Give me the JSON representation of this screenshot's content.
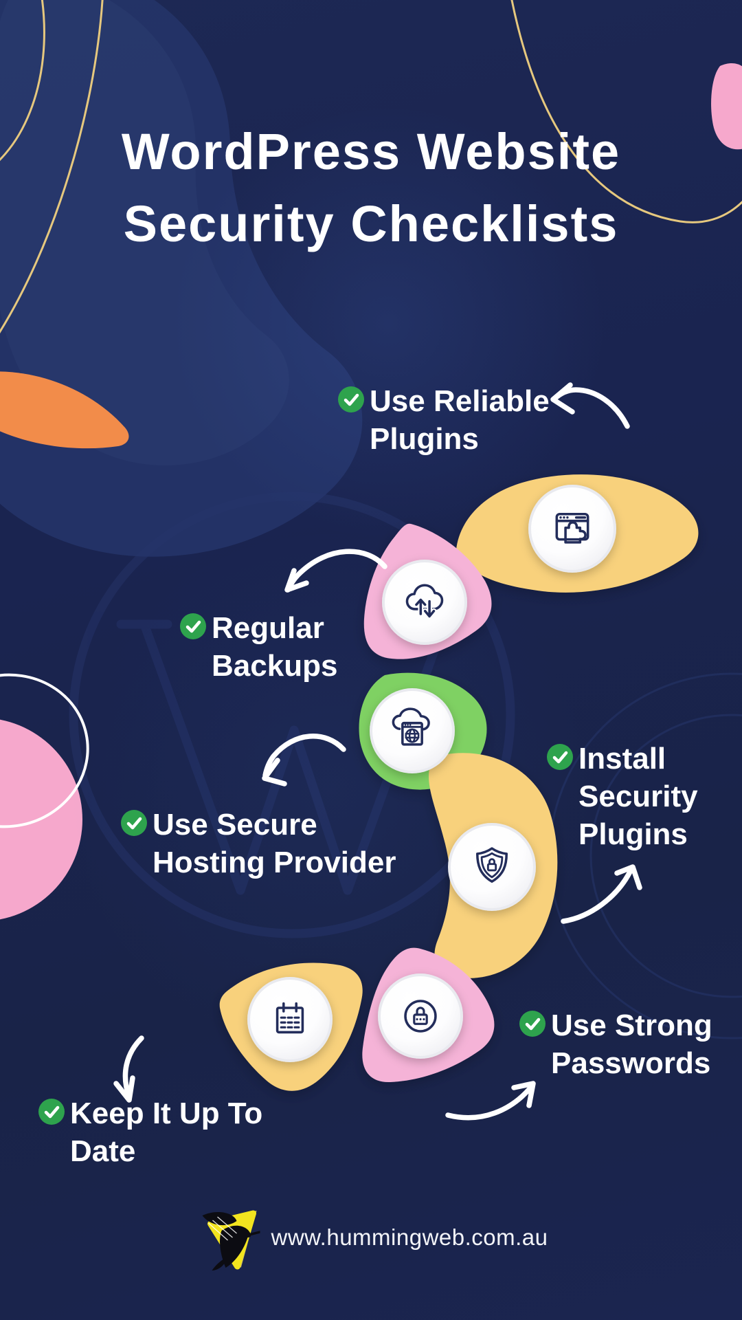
{
  "title_lines": [
    "WordPress Website",
    "Security Checklists"
  ],
  "checklist": {
    "items": [
      {
        "label_lines": [
          "Use Reliable",
          "Plugins"
        ],
        "icon": "browser-plugin-icon",
        "petal_color": "#F8D17C"
      },
      {
        "label_lines": [
          "Regular",
          "Backups"
        ],
        "icon": "cloud-backup-icon",
        "petal_color": "#F5B3D7"
      },
      {
        "label_lines": [
          "Use Secure",
          "Hosting Provider"
        ],
        "icon": "browser-globe-icon",
        "petal_color": "#7FD163"
      },
      {
        "label_lines": [
          "Install",
          "Security",
          "Plugins"
        ],
        "icon": "shield-lock-icon",
        "petal_color": "#F8D17C"
      },
      {
        "label_lines": [
          "Use Strong",
          "Passwords"
        ],
        "icon": "password-lock-icon",
        "petal_color": "#F5B3D7"
      },
      {
        "label_lines": [
          "Keep It Up To",
          "Date"
        ],
        "icon": "calendar-icon",
        "petal_color": "#F8D17C"
      }
    ]
  },
  "footer": {
    "website": "www.hummingweb.com.au",
    "logo": "hummingbird-logo"
  },
  "colors": {
    "background": "#1B2451",
    "yellow": "#F8D17C",
    "pink": "#F5B3D7",
    "green": "#7FD163",
    "check_green": "#2EA34D",
    "icon_stroke": "#232D5B",
    "gold_line": "#E6C87E",
    "orange_blob": "#F28C4A",
    "pink_blob": "#F6A8CC",
    "text_white": "#FFFFFF"
  }
}
